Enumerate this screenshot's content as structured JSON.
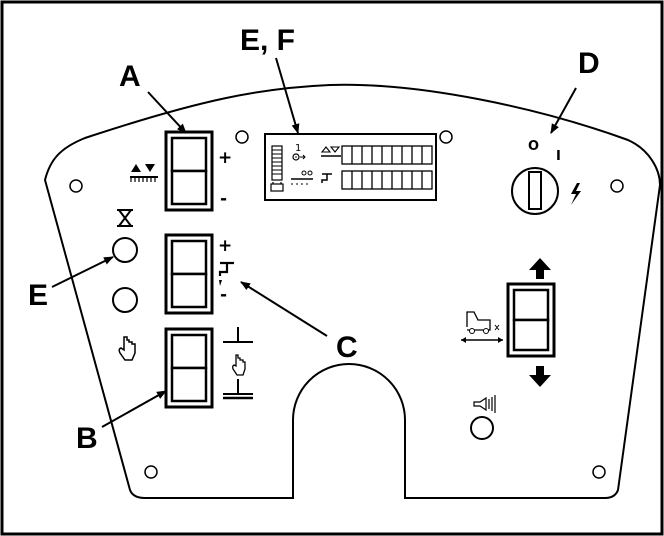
{
  "callouts": {
    "a": "A",
    "b": "B",
    "c": "C",
    "d": "D",
    "e": "E",
    "ef": "E, F"
  },
  "signs": {
    "plus": "+",
    "minus": "-"
  },
  "key_switch": {
    "off": "O",
    "on": "I"
  },
  "display": {
    "top_digit": "1"
  },
  "icons": {
    "brush_updown": "brush-height-icon",
    "hourglass": "hourglass-icon",
    "water_tap": "water-tap-icon",
    "hand": "hand-icon",
    "horn": "horn-icon",
    "machine": "machine-direction-icon",
    "lightning": "lightning-icon",
    "battery": "battery-icon"
  }
}
